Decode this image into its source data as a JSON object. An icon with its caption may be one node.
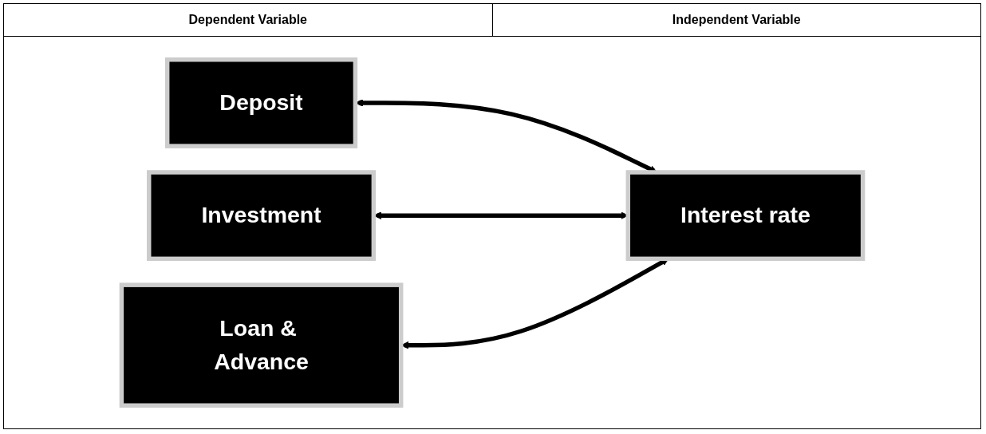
{
  "diagram": {
    "nodes": [
      {
        "text": [
          "Deposit"
        ]
      },
      {
        "text": [
          "Investment"
        ]
      },
      {
        "text": [
          "Loan & Advance"
        ]
      },
      {
        "text": [
          "Interest rate"
        ]
      }
    ],
    "edges": [
      {
        "from": 0,
        "to": 3,
        "arrow": "both"
      },
      {
        "from": 1,
        "to": 3,
        "arrow": "both"
      },
      {
        "from": 2,
        "to": 3,
        "arrow": "both"
      }
    ],
    "labels": [
      "Dependent Variable",
      "Independent Variable"
    ]
  }
}
